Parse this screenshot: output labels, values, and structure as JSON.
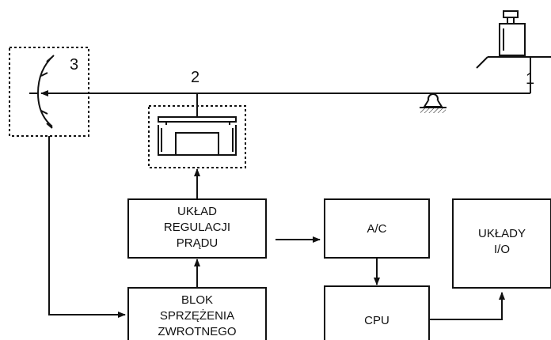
{
  "labels": {
    "n1": "1",
    "n2": "2",
    "n3": "3"
  },
  "blocks": {
    "current_regulator": [
      "UKŁAD",
      "REGULACJI",
      "PRĄDU"
    ],
    "feedback_block": [
      "BLOK",
      "SPRZĘŻENIA",
      "ZWROTNEGO"
    ],
    "adc": [
      "A/C"
    ],
    "cpu": [
      "CPU"
    ],
    "io": [
      "UKŁADY",
      "I/O"
    ]
  },
  "colors": {
    "ink": "#111111",
    "background": "#ffffff"
  }
}
